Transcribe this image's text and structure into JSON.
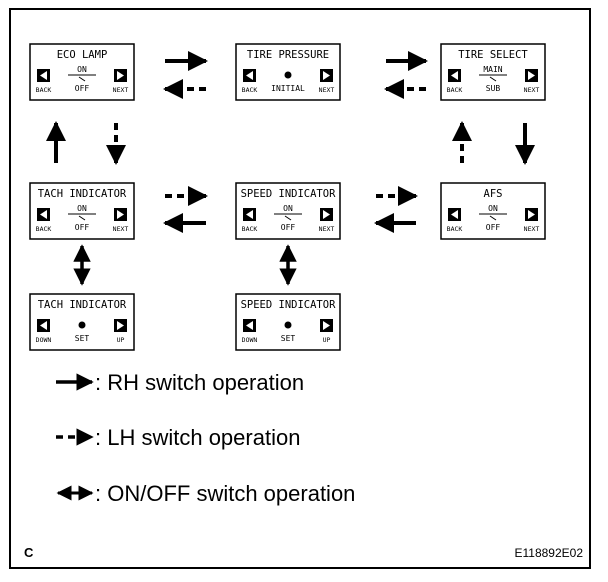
{
  "panels": {
    "p1": {
      "title": "ECO LAMP",
      "top": "ON",
      "bottom": "OFF",
      "left": "BACK",
      "center": "",
      "right": "NEXT"
    },
    "p2": {
      "title": "TIRE PRESSURE",
      "top": "",
      "bottom": "",
      "left": "BACK",
      "center": "INITIAL",
      "right": "NEXT"
    },
    "p3": {
      "title": "TIRE SELECT",
      "top": "MAIN",
      "bottom": "SUB",
      "left": "BACK",
      "center": "",
      "right": "NEXT"
    },
    "p4": {
      "title": "TACH INDICATOR",
      "top": "ON",
      "bottom": "OFF",
      "left": "BACK",
      "center": "",
      "right": "NEXT"
    },
    "p5": {
      "title": "SPEED INDICATOR",
      "top": "ON",
      "bottom": "OFF",
      "left": "BACK",
      "center": "",
      "right": "NEXT"
    },
    "p6": {
      "title": "AFS",
      "top": "ON",
      "bottom": "OFF",
      "left": "BACK",
      "center": "",
      "right": "NEXT"
    },
    "p7": {
      "title": "TACH INDICATOR",
      "top": "",
      "bottom": "",
      "left": "DOWN",
      "center": "SET",
      "right": "UP"
    },
    "p8": {
      "title": "SPEED INDICATOR",
      "top": "",
      "bottom": "",
      "left": "DOWN",
      "center": "SET",
      "right": "UP"
    }
  },
  "legend": {
    "rh": ": RH switch operation",
    "lh": ": LH switch operation",
    "onoff": ": ON/OFF switch operation"
  },
  "corner_label": "C",
  "figure_id": "E118892E02"
}
